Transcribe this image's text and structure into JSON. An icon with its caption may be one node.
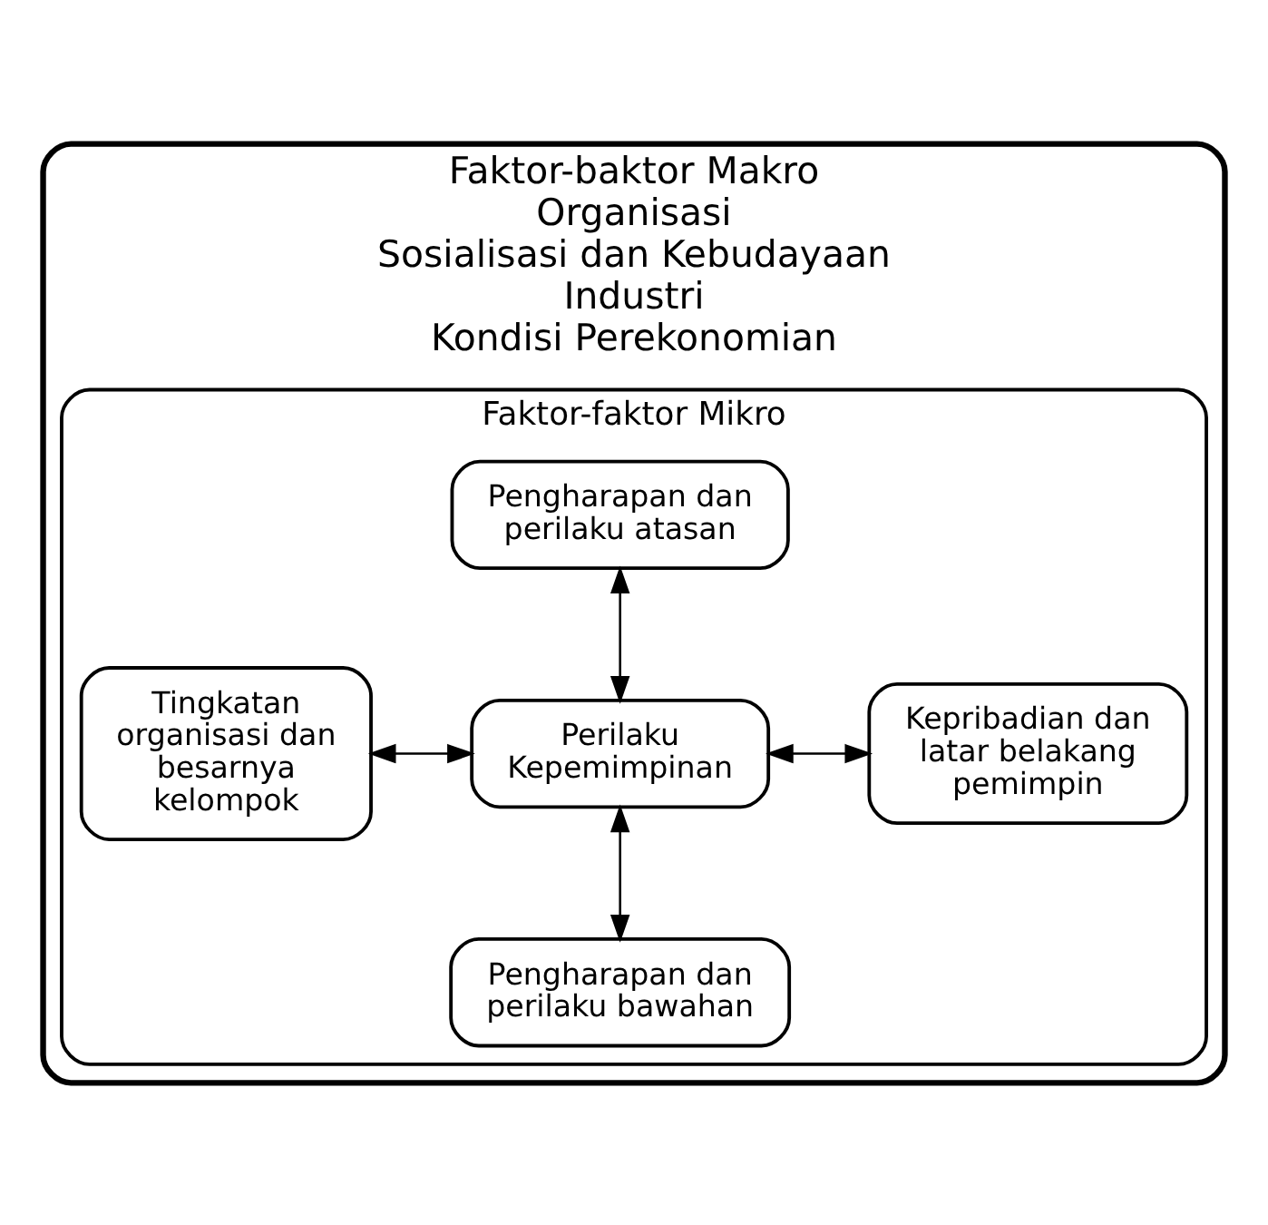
{
  "diagram": {
    "nodes": [
      {
        "text": [
          "Faktor-baktor Makro",
          "Organisasi",
          "Sosialisasi dan Kebudayaan",
          "Industri",
          "Kondisi Perekonomian"
        ]
      },
      {
        "text": [
          "Faktor-faktor Mikro"
        ],
        "in": 0
      },
      {
        "text": [
          "Pengharapan dan perilaku atasan"
        ],
        "in": 1
      },
      {
        "text": [
          "Tingkatan organisasi dan besarnya kelompok"
        ],
        "in": 1
      },
      {
        "text": [
          "Perilaku Kepemimpinan"
        ],
        "in": 1
      },
      {
        "text": [
          "Kepribadian dan latar belakang pemimpin"
        ],
        "in": 1
      },
      {
        "text": [
          "Pengharapan dan perilaku bawahan"
        ],
        "in": 1
      }
    ],
    "edges": [
      {
        "from": 2,
        "to": 4,
        "arrow": "both"
      },
      {
        "from": 3,
        "to": 4,
        "arrow": "both"
      },
      {
        "from": 4,
        "to": 5,
        "arrow": "both"
      },
      {
        "from": 4,
        "to": 6,
        "arrow": "both"
      }
    ]
  }
}
